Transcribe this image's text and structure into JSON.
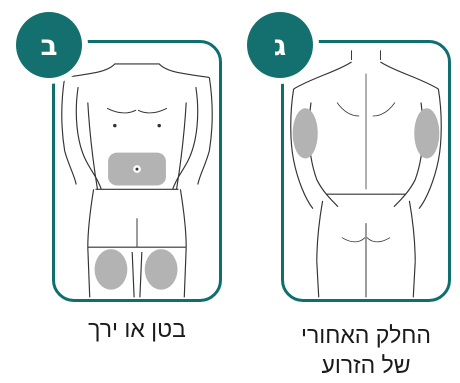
{
  "panels": {
    "left": {
      "badge": "ב",
      "caption": "בטן או ירך",
      "region": "front-torso-abdomen-and-thighs"
    },
    "right": {
      "badge": "ג",
      "caption_line1": "החלק האחורי",
      "caption_line2": "של הזרוע",
      "region": "back-torso-upper-arms"
    }
  },
  "colors": {
    "frame": "#0f6e6e",
    "badge": "#13706e",
    "shading": "#b3b3b3",
    "outline": "#333333"
  }
}
